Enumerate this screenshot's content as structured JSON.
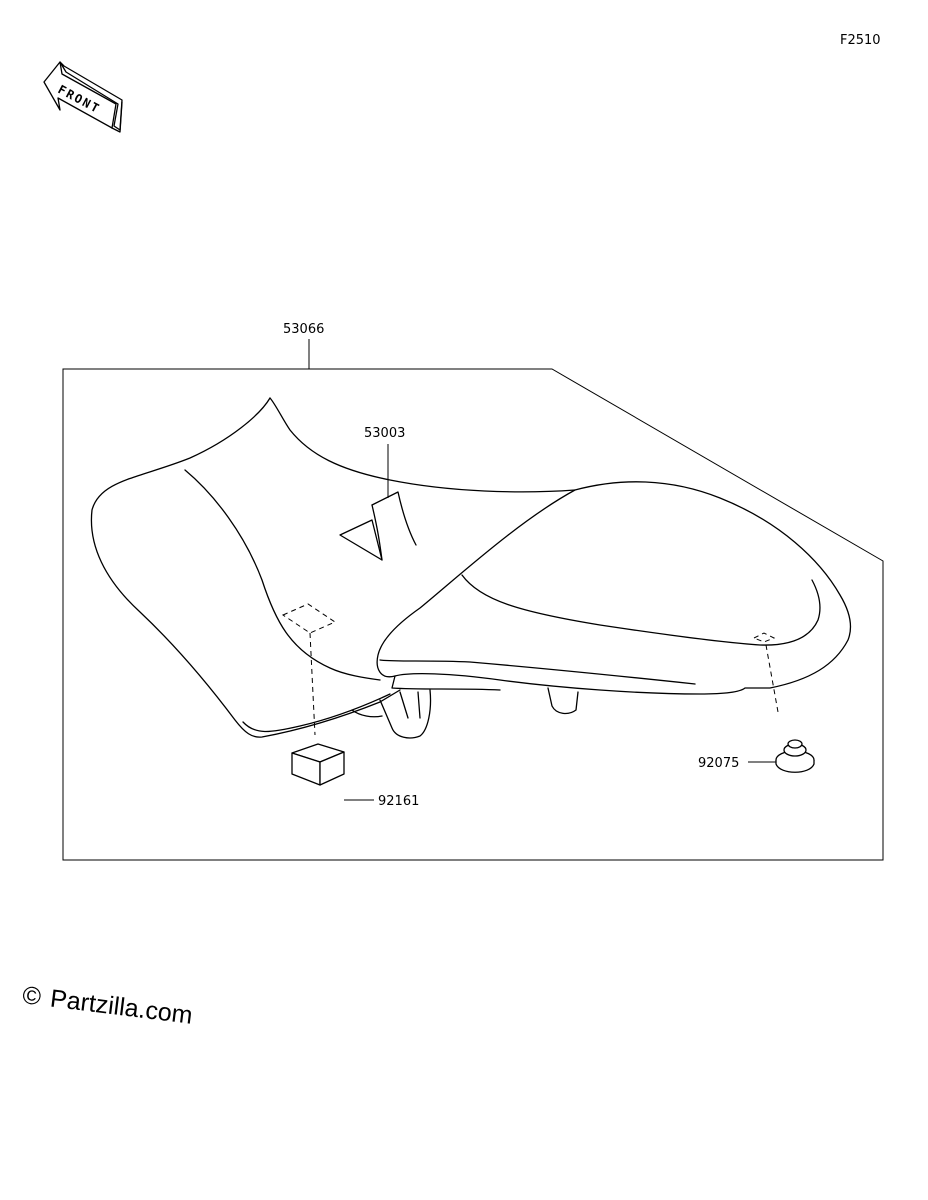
{
  "diagram": {
    "figure_code": "F2510",
    "front_label": "FRONT",
    "parts": [
      {
        "number": "53066"
      },
      {
        "number": "53003"
      },
      {
        "number": "92161"
      },
      {
        "number": "92075"
      }
    ]
  },
  "watermark": {
    "symbol": "©",
    "text": "Partzilla.com"
  }
}
